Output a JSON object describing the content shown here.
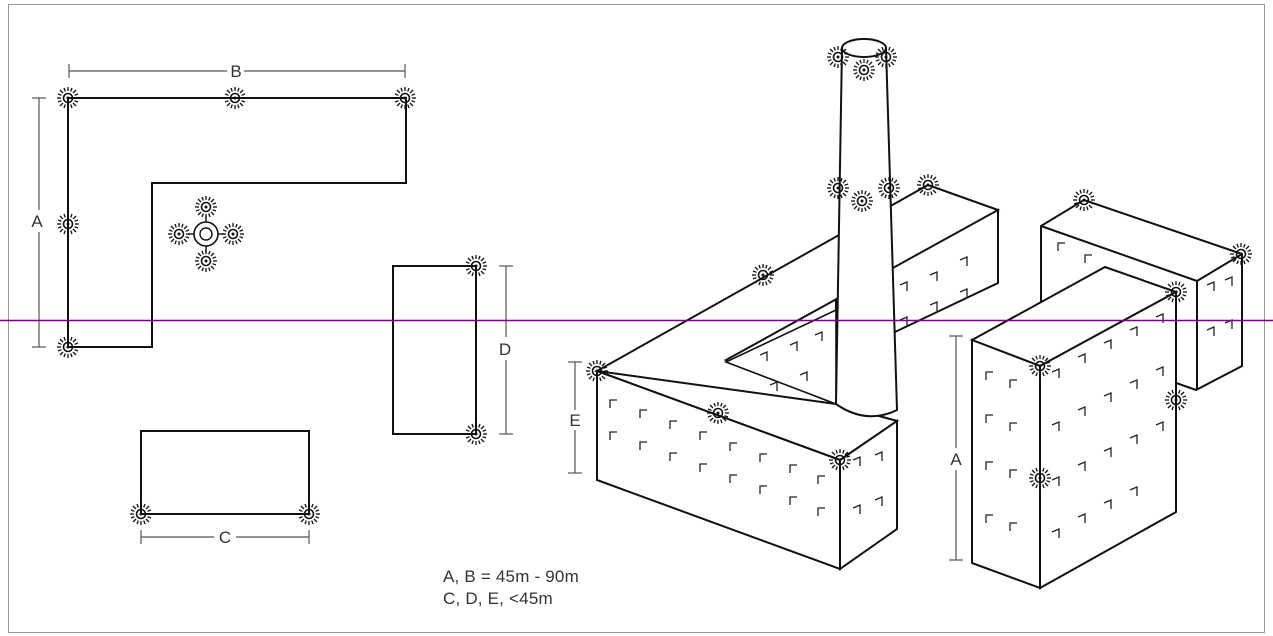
{
  "labels": {
    "plan_a": "A",
    "plan_b": "B",
    "plan_c": "C",
    "plan_d": "D",
    "iso_e": "E",
    "iso_a": "A"
  },
  "legend": {
    "line1": "A, B = 45m - 90m",
    "line2": "C, D, E, <45m"
  },
  "colors": {
    "line": "#111111",
    "dim": "#555555",
    "guide": "#800080"
  },
  "icon": "obstruction-light-icon"
}
